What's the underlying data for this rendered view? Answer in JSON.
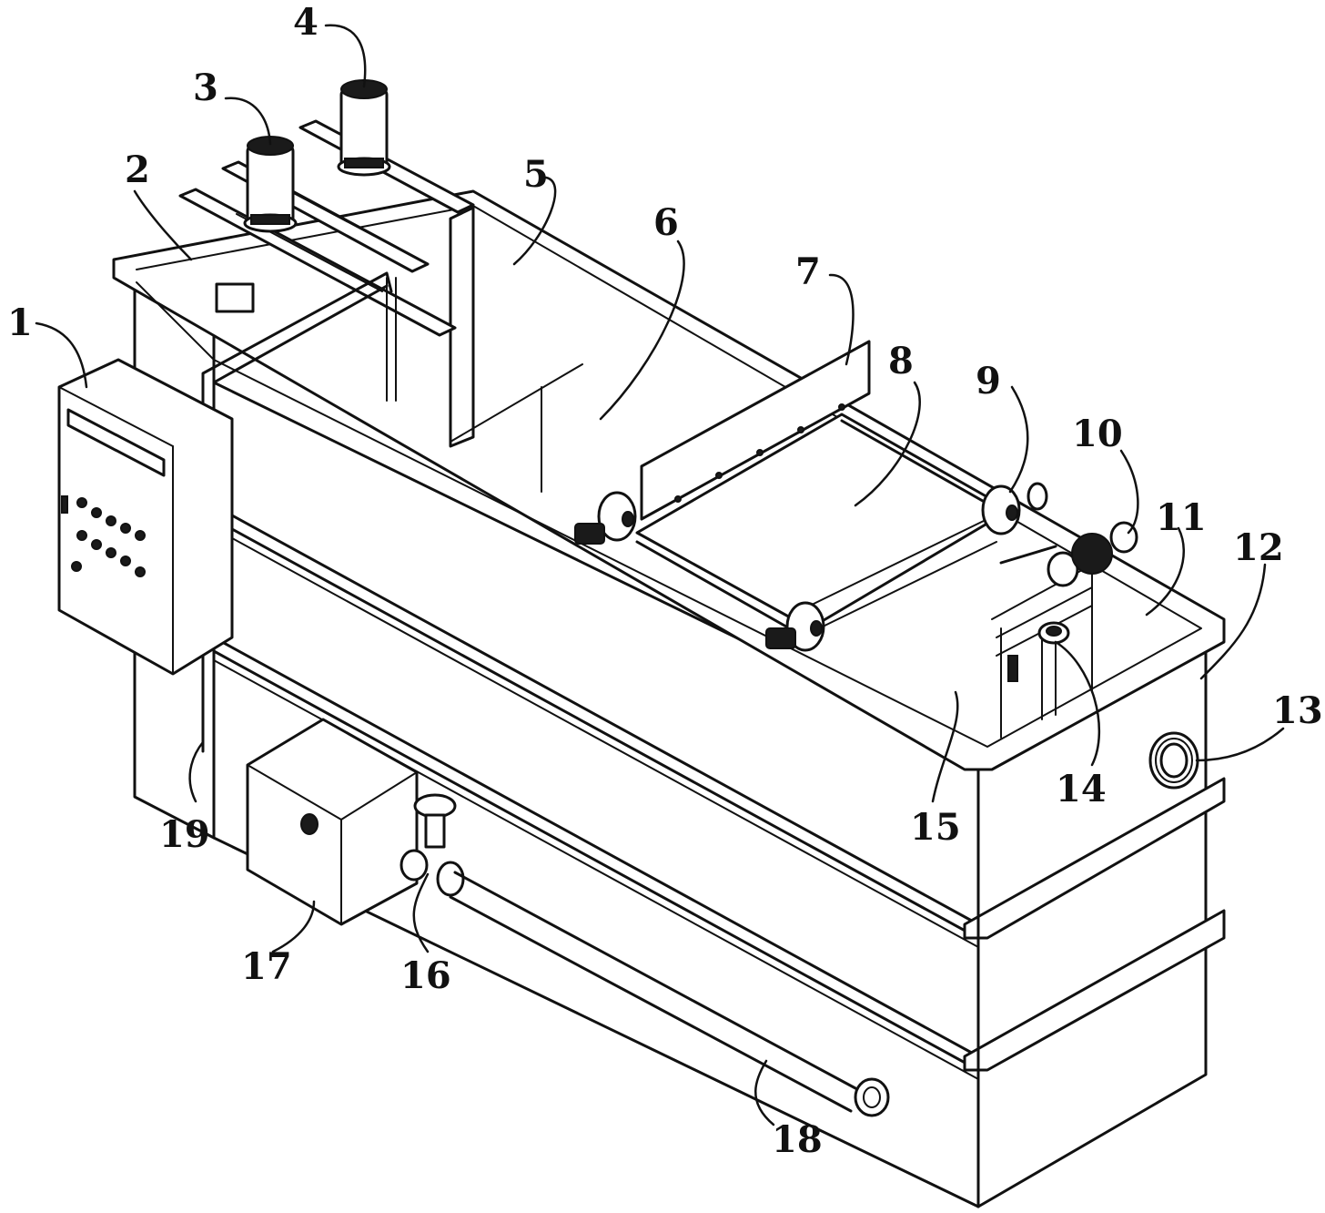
{
  "callouts": [
    {
      "id": "1",
      "text": "1"
    },
    {
      "id": "2",
      "text": "2"
    },
    {
      "id": "3",
      "text": "3"
    },
    {
      "id": "4",
      "text": "4"
    },
    {
      "id": "5",
      "text": "5"
    },
    {
      "id": "6",
      "text": "6"
    },
    {
      "id": "7",
      "text": "7"
    },
    {
      "id": "8",
      "text": "8"
    },
    {
      "id": "9",
      "text": "9"
    },
    {
      "id": "10",
      "text": "10"
    },
    {
      "id": "11",
      "text": "11"
    },
    {
      "id": "12",
      "text": "12"
    },
    {
      "id": "13",
      "text": "13"
    },
    {
      "id": "14",
      "text": "14"
    },
    {
      "id": "15",
      "text": "15"
    },
    {
      "id": "16",
      "text": "16"
    },
    {
      "id": "17",
      "text": "17"
    },
    {
      "id": "18",
      "text": "18"
    },
    {
      "id": "19",
      "text": "19"
    }
  ],
  "colors": {
    "line": "#111111",
    "background": "#ffffff"
  }
}
